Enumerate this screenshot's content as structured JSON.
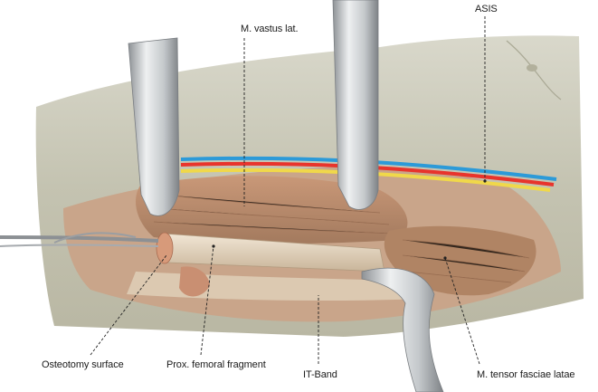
{
  "labels": {
    "vastus": "M. vastus lat.",
    "asis": "ASIS",
    "osteotomy": "Osteotomy surface",
    "prox_fragment": "Prox. femoral fragment",
    "it_band": "IT-Band",
    "tensor": "M. tensor fasciae latae"
  },
  "colors": {
    "skin": "#c9c7b5",
    "artery": "#e8342c",
    "vein": "#2c9ad8",
    "nerve": "#f0d84a",
    "muscle": "#b98a6a",
    "retractor": "#d8dadc"
  }
}
